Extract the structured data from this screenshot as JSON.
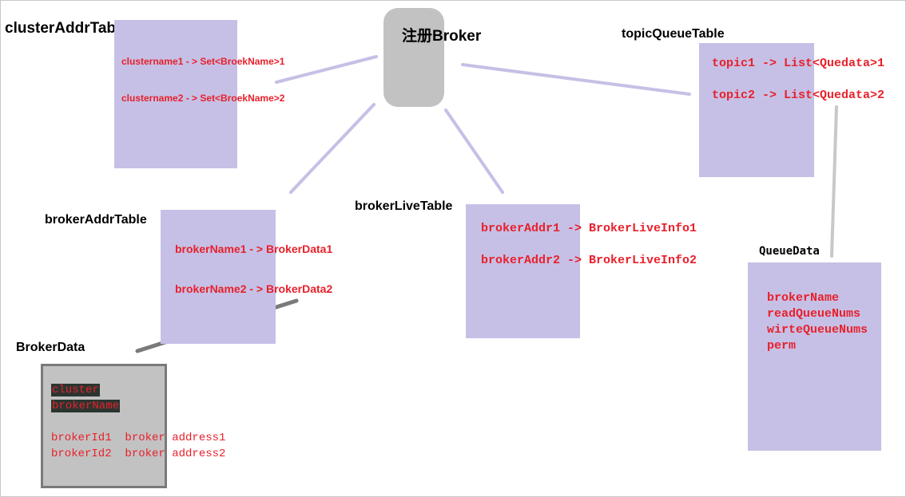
{
  "diagram": {
    "broker": {
      "label": "注册Broker"
    },
    "clusterAddrTable": {
      "title": "clusterAddrTable",
      "lines": [
        "clustername1 - > Set<BroekName>1",
        "clustername2 - > Set<BroekName>2"
      ]
    },
    "topicQueueTable": {
      "title": "topicQueueTable",
      "lines": [
        "topic1 -> List<Quedata>1",
        "topic2 -> List<Quedata>2"
      ]
    },
    "brokerAddrTable": {
      "title": "brokerAddrTable",
      "lines": [
        "brokerName1 - > BrokerData1",
        "brokerName2 - > BrokerData2"
      ]
    },
    "brokerLiveTable": {
      "title": "brokerLiveTable",
      "lines": [
        "brokerAddr1 -> BrokerLiveInfo1",
        "brokerAddr2 -> BrokerLiveInfo2"
      ]
    },
    "queueData": {
      "title": "QueueData",
      "lines": [
        "brokerName",
        "readQueueNums",
        "wirteQueueNums",
        "perm"
      ]
    },
    "brokerData": {
      "title": "BrokerData",
      "fields": [
        "cluster",
        "brokerName"
      ],
      "lines": [
        "brokerId1  broker address1",
        "brokerId2  broker address2"
      ]
    },
    "colors": {
      "box_fill": "#c6c0e6",
      "connector": "#c6c0e6",
      "node_fill": "#c2c2c2",
      "text_red": "#e8202a",
      "dark_connector": "#7a7a7a",
      "grey_connector": "#c8c8c8"
    }
  }
}
